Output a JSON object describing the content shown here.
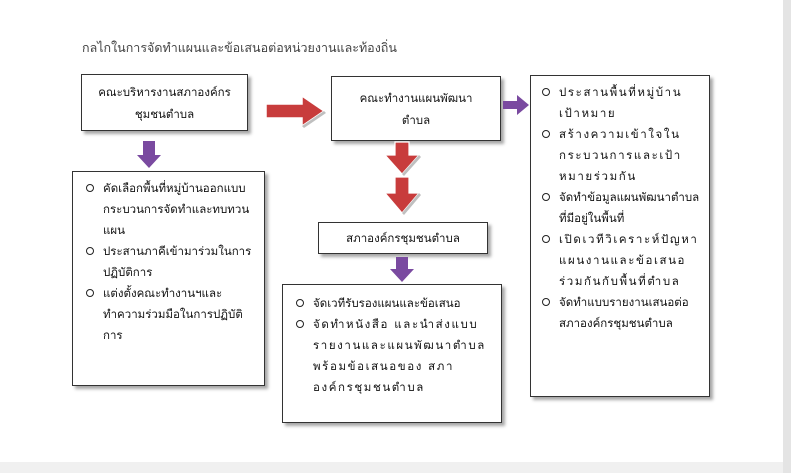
{
  "title": "กลไกในการจัดทำแผนและข้อเสนอต่อหน่วยงานและท้องถิ่น",
  "boxes": {
    "committee": "คณะบริหารงานสภาองค์กรชุมชนตำบล",
    "working_team": "คณะทำงานแผนพัฒนาตำบล",
    "council": "สภาองค์กรชุมชนตำบล"
  },
  "lists": {
    "committee_tasks": [
      "คัดเลือกพื้นที่หมู่บ้านออกแบบกระบวนการจัดทำและทบทวนแผน",
      "ประสานภาคีเข้ามาร่วมในการปฏิบัติการ",
      "แต่งตั้งคณะทำงานฯและทำความร่วมมือในการปฏิบัติการ"
    ],
    "council_tasks": [
      "จัดเวทีรับรองแผนและข้อเสนอ",
      "จัดทำหนังสือ และนำส่งแบบรายงานและแผนพัฒนาตำบลพร้อมข้อเสนอของ สภาองค์กรชุมชนตำบล"
    ],
    "working_team_tasks": [
      "ประสานพื้นที่หมู่บ้านเป้าหมาย",
      "สร้างความเข้าใจในกระบวนการและเป้าหมายร่วมกัน",
      "จัดทำข้อมูลแผนพัฒนาตำบลที่มีอยู่ในพื้นที่",
      "เปิดเวทีวิเคราะห์ปัญหาแผนงานและข้อเสนอร่วมกันกับพื้นที่ตำบล",
      "จัดทำแบบรายงานเสนอต่อสภาองค์กรชุมชนตำบล"
    ]
  },
  "colors": {
    "arrow_red": "#c83c3c",
    "arrow_purple": "#7a4aa0",
    "border": "#333333"
  }
}
